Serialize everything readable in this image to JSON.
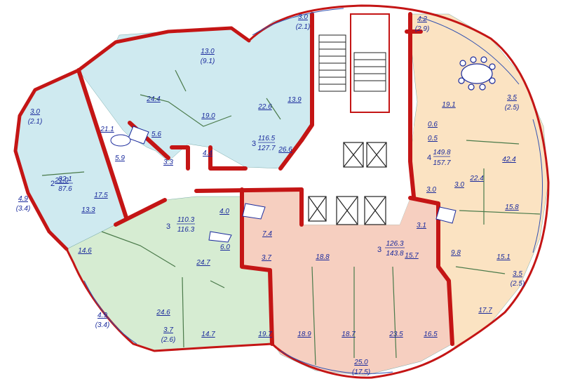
{
  "colors": {
    "apt_blue": "#cfeaf0",
    "apt_green": "#d6ecd2",
    "apt_salmon": "#f6cfc0",
    "apt_peach": "#fbe3c2",
    "core": "#ffffff",
    "wall": "#c41515",
    "label": "#1a2a9c"
  },
  "apartments": {
    "apt2": {
      "rooms": "2",
      "total": "82.1",
      "living": "87.6"
    },
    "apt3a": {
      "rooms": "3",
      "total": "116.5",
      "living": "127.7"
    },
    "apt3b": {
      "rooms": "3",
      "total": "110.3",
      "living": "116.3"
    },
    "apt3c": {
      "rooms": "3",
      "total": "126.3",
      "living": "143.8"
    },
    "apt4": {
      "rooms": "4",
      "total": "149.8",
      "living": "157.7"
    }
  },
  "rooms": {
    "r_3_0_top": "3.0",
    "r_2_1_top": "(2.1)",
    "r_4_2": "4.2",
    "r_2_9": "(2.9)",
    "r_13_0": "13.0",
    "r_9_1": "(9.1)",
    "r_24_4": "24.4",
    "r_19_0": "19.0",
    "r_22_6": "22.6",
    "r_13_9": "13.9",
    "r_3_0_left": "3.0",
    "r_2_1_left": "(2.1)",
    "r_21_1": "21.1",
    "r_5_6": "5.6",
    "r_5_9": "5.9",
    "r_3_3": "3.3",
    "r_4_4": "4.4",
    "r_26_6": "26.6",
    "r_21_0": "21.0",
    "r_17_5": "17.5",
    "r_4_9_left": "4.9",
    "r_3_4_left": "(3.4)",
    "r_13_3": "13.3",
    "r_14_6": "14.6",
    "r_4_0": "4.0",
    "r_6_0": "6.0",
    "r_7_4": "7.4",
    "r_3_7a": "3.7",
    "r_24_7": "24.7",
    "r_18_8": "18.8",
    "r_15_7": "15.7",
    "r_4_9_bot": "4.9",
    "r_3_4_bot": "(3.4)",
    "r_24_6": "24.6",
    "r_3_7b": "3.7",
    "r_2_6": "(2.6)",
    "r_14_7": "14.7",
    "r_19_7": "19.7",
    "r_18_9": "18.9",
    "r_18_7": "18.7",
    "r_23_5": "23.5",
    "r_16_5": "16.5",
    "r_25_0": "25.0",
    "r_17_5b": "(17.5)",
    "r_19_1": "19.1",
    "r_3_5a": "3.5",
    "r_2_5a": "(2.5)",
    "r_0_6": "0.6",
    "r_0_5": "0.5",
    "r_42_4": "42.4",
    "r_22_4": "22.4",
    "r_3_0_r": "3.0",
    "r_3_0_r2": "3.0",
    "r_15_8": "15.8",
    "r_3_1": "3.1",
    "r_9_8": "9.8",
    "r_15_1": "15.1",
    "r_3_5b": "3.5",
    "r_2_5b": "(2.5)",
    "r_17_7": "17.7"
  }
}
